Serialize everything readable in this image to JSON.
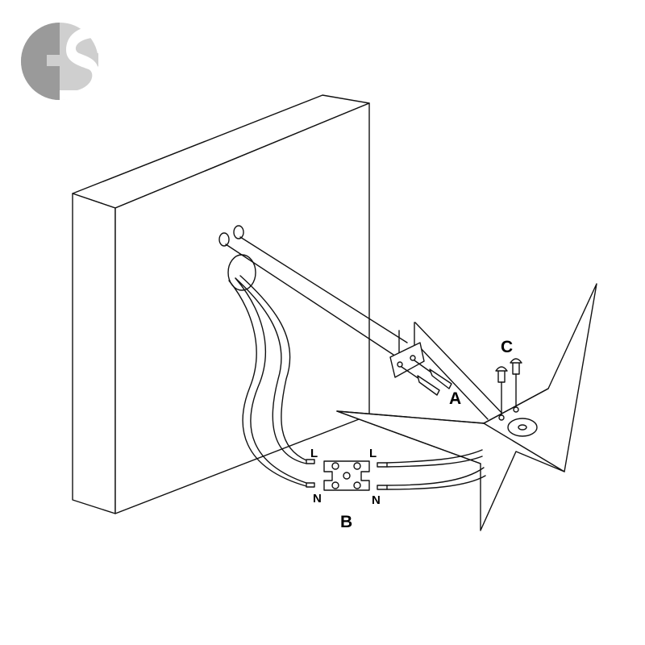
{
  "logo": {
    "name": "ES",
    "colors": {
      "dark": "#9a9a9a",
      "light": "#cfcfcf",
      "white": "#ffffff"
    }
  },
  "labels": {
    "a": "A",
    "b": "B",
    "c": "C",
    "live_left": "L",
    "live_right": "L",
    "neutral_left": "N",
    "neutral_right": "N"
  }
}
